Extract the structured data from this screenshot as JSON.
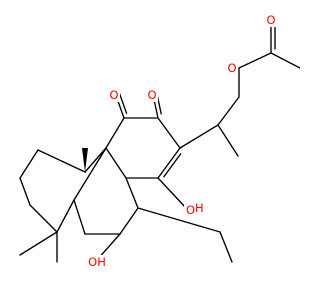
{
  "colors": {
    "bond": "#000000",
    "oxygen": "#ff0000",
    "background": "#ffffff"
  },
  "atoms": [
    {
      "id": "oket1",
      "label": "O",
      "color": "#ff0000"
    },
    {
      "id": "oket2",
      "label": "O",
      "color": "#ff0000"
    },
    {
      "id": "oh1",
      "label": "OH",
      "color": "#ff0000"
    },
    {
      "id": "oh2",
      "label": "OH",
      "color": "#ff0000"
    },
    {
      "id": "oeth",
      "label": "O",
      "color": "#ff0000"
    },
    {
      "id": "oester",
      "label": "O",
      "color": "#ff0000"
    },
    {
      "id": "ocarb",
      "label": "O",
      "color": "#ff0000"
    }
  ]
}
